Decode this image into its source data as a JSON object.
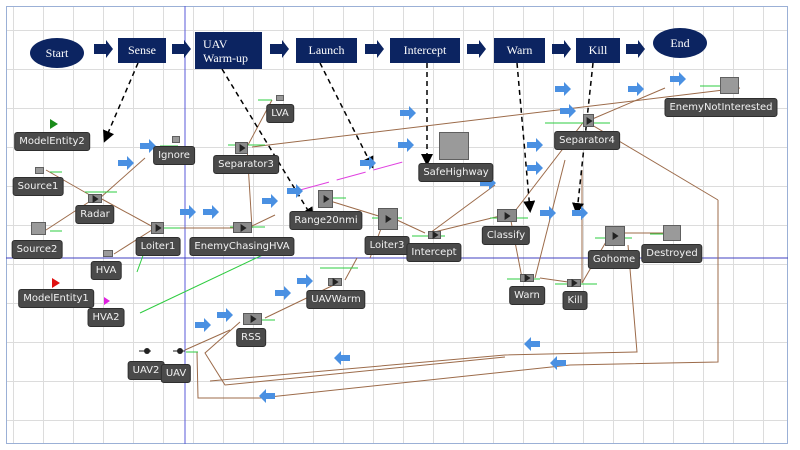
{
  "phases": [
    {
      "id": "start",
      "label": "Start"
    },
    {
      "id": "sense",
      "label": "Sense"
    },
    {
      "id": "uav_warmup",
      "label": "UAV Warm-up",
      "lines": [
        "UAV",
        "Warm-up"
      ]
    },
    {
      "id": "launch",
      "label": "Launch"
    },
    {
      "id": "intercept",
      "label": "Intercept"
    },
    {
      "id": "warn",
      "label": "Warn"
    },
    {
      "id": "kill",
      "label": "Kill"
    },
    {
      "id": "end",
      "label": "End"
    }
  ],
  "nodes": {
    "model_entity2": "ModelEntity2",
    "model_entity1": "ModelEntity1",
    "source1": "Source1",
    "source2": "Source2",
    "radar": "Radar",
    "ignore": "Ignore",
    "hva": "HVA",
    "hva2": "HVA2",
    "loiter1": "Loiter1",
    "lva": "LVA",
    "separator3": "Separator3",
    "enemy_chasing_hva": "EnemyChasingHVA",
    "range20nmi": "Range20nmi",
    "loiter3": "Loiter3",
    "safe_highway": "SafeHighway",
    "intercept": "Intercept",
    "classify": "Classify",
    "separator4": "Separator4",
    "enemy_not_interested": "EnemyNotInterested",
    "warn": "Warn",
    "kill": "Kill",
    "gohome": "Gohome",
    "destroyed": "Destroyed",
    "uav_warm": "UAVWarm",
    "rss": "RSS",
    "uav2": "UAV2",
    "uav": "UAV"
  },
  "colors": {
    "phase_fill": "#0c2461",
    "connector": "#9c6b4a",
    "port": "#2ecc40",
    "flow_arrow": "#4a90e2",
    "entity_green": "#1a8c1a",
    "entity_red": "#e01010",
    "entity_magenta": "#e020e0"
  }
}
